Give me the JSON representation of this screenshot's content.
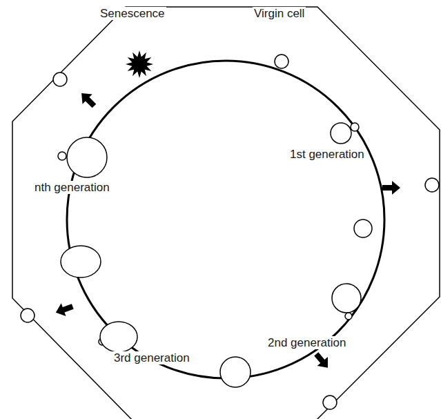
{
  "diagram": {
    "labels": [
      "Senescence",
      "Virgin cell",
      "1st generation",
      "nth generation",
      "3rd generation",
      "2nd generation"
    ]
  }
}
